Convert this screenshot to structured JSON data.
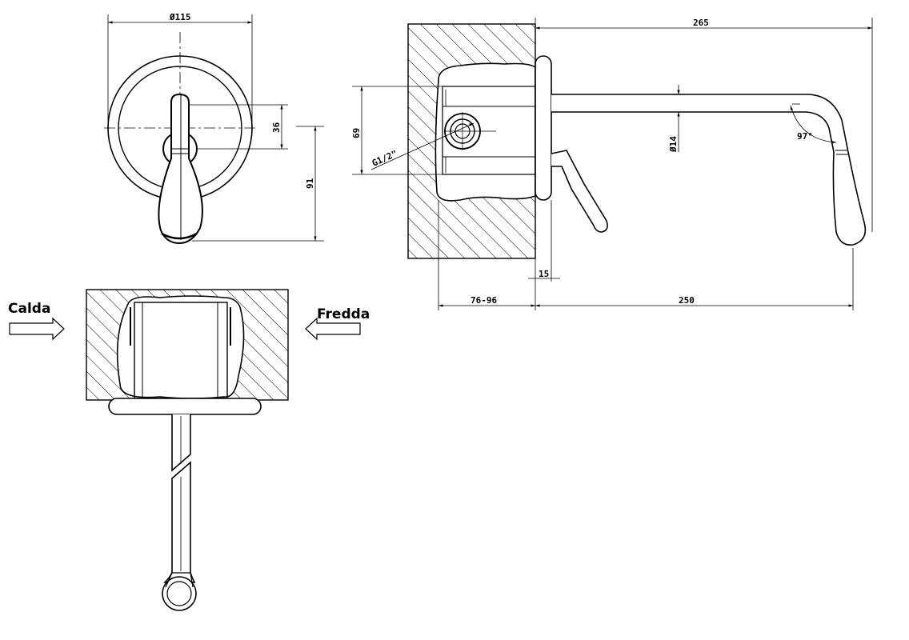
{
  "front_view": {
    "dim_diameter": "Ø115",
    "dim_36": "36",
    "dim_91": "91"
  },
  "side_view": {
    "dim_265": "265",
    "dim_69": "69",
    "dim_thread": "G1/2\"",
    "dim_pipe_diameter": "Ø14",
    "dim_angle": "97°",
    "dim_15": "15",
    "dim_range": "76-96",
    "dim_250": "250"
  },
  "plan_view": {
    "label_hot": "Calda",
    "label_cold": "Fredda"
  }
}
